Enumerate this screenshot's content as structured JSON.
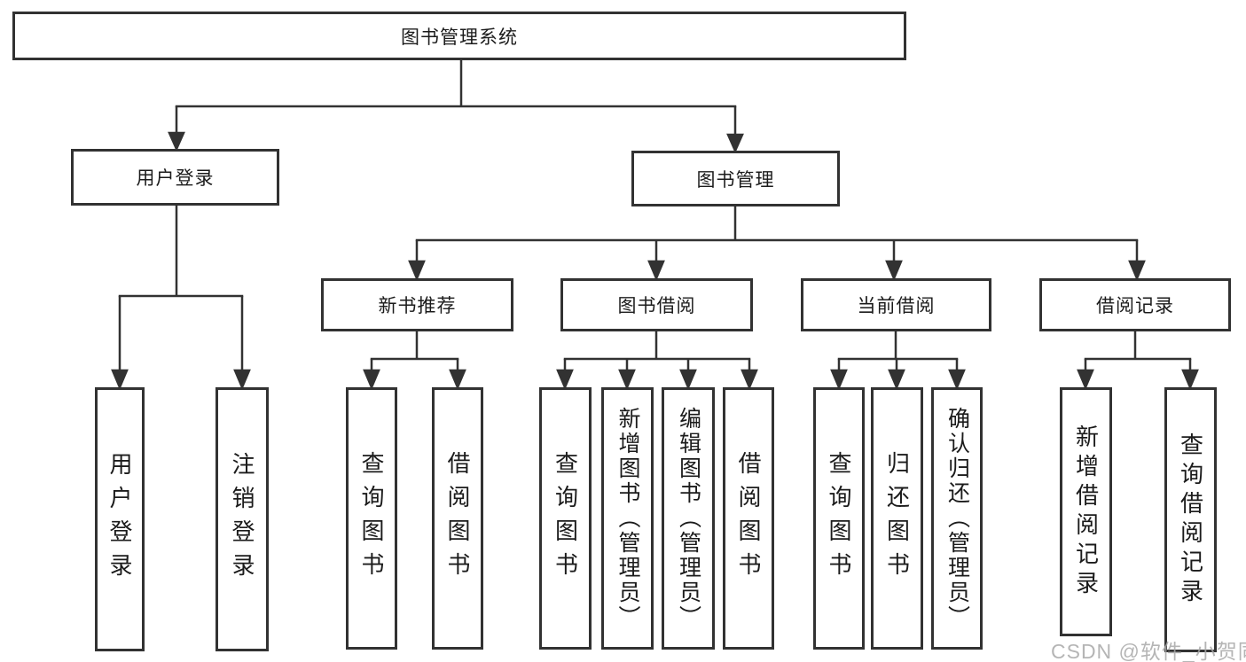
{
  "diagram": {
    "root": {
      "label": "图书管理系统"
    },
    "level2": [
      {
        "label": "用户登录",
        "children": [
          "用户登录",
          "注销登录"
        ]
      },
      {
        "label": "图书管理"
      }
    ],
    "level3": [
      {
        "label": "新书推荐",
        "children": [
          "查询图书",
          "借阅图书"
        ]
      },
      {
        "label": "图书借阅",
        "children": [
          "查询图书",
          "新增图书（管理员）",
          "编辑图书（管理员）",
          "借阅图书"
        ]
      },
      {
        "label": "当前借阅",
        "children": [
          "查询图书",
          "归还图书",
          "确认归还（管理员）"
        ]
      },
      {
        "label": "借阅记录",
        "children": [
          "新增借阅记录",
          "查询借阅记录"
        ]
      }
    ],
    "watermark": "CSDN @软件_小贺同学",
    "colors": {
      "line": "#323232",
      "text": "#1b1b1b",
      "watermark": "#a8a8a8"
    }
  }
}
